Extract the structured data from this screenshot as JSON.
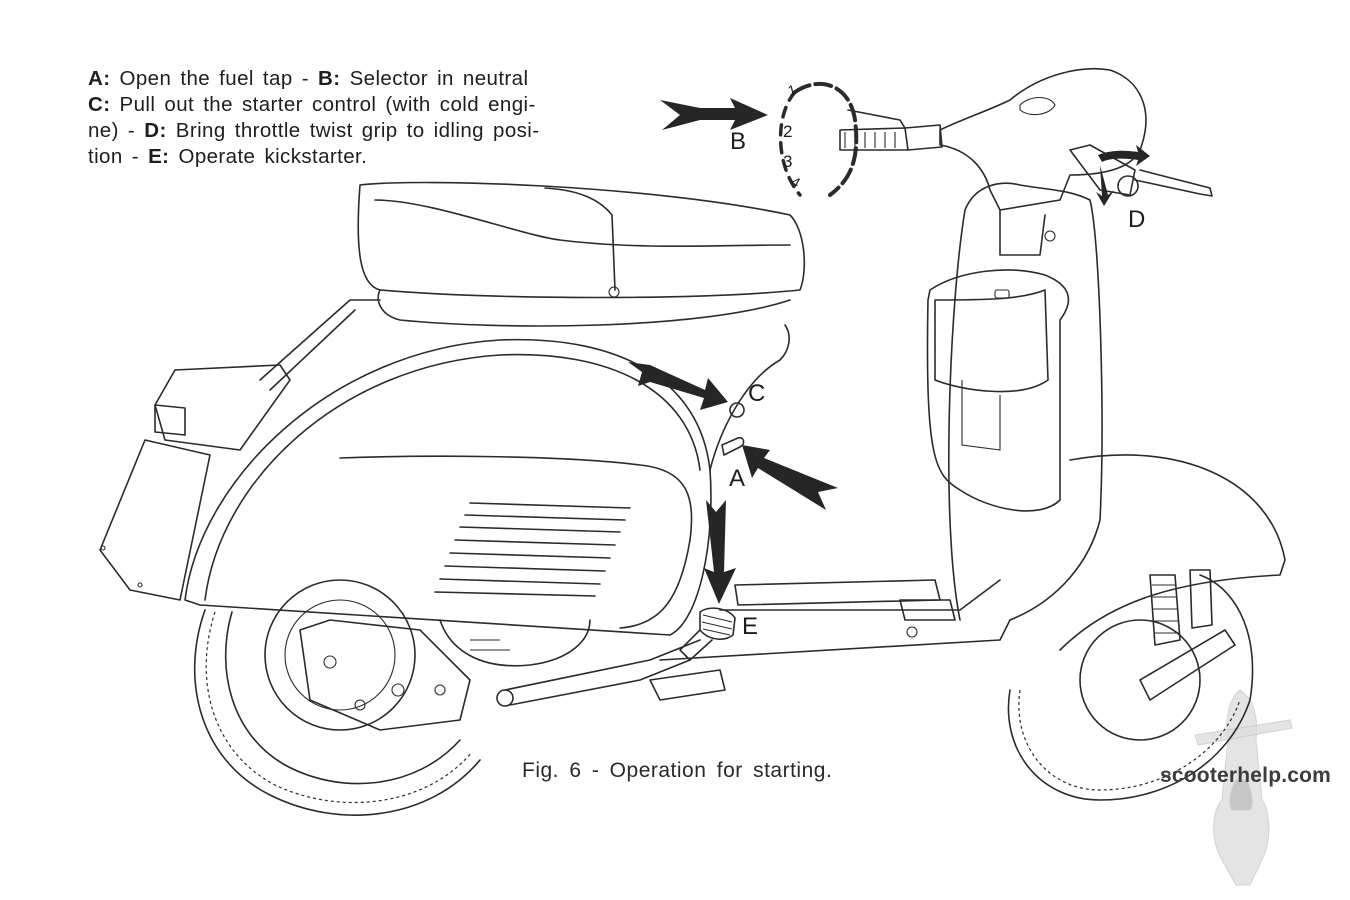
{
  "instructions": {
    "line1": {
      "a_key": "A:",
      "a_text": " Open the fuel tap - ",
      "b_key": "B:",
      "b_text": " Selector in neutral"
    },
    "line2": {
      "c_key": "C:",
      "c_text": " Pull out the starter control (with cold engi-"
    },
    "line3": {
      "pre": "ne) - ",
      "d_key": "D:",
      "d_text": " Bring throttle twist grip to idling posi-"
    },
    "line4": {
      "pre": "tion - ",
      "e_key": "E:",
      "e_text": " Operate kickstarter."
    }
  },
  "callouts": {
    "a": "A",
    "b": "B",
    "c": "C",
    "d": "D",
    "e": "E"
  },
  "gear_selector": {
    "positions": [
      "1",
      "2",
      "3",
      "4"
    ]
  },
  "caption": "Fig. 6 - Operation for starting.",
  "watermark": "scooterhelp.com",
  "colors": {
    "ink": "#262626",
    "paper": "#ffffff",
    "watermark": "#3c3c3c"
  }
}
